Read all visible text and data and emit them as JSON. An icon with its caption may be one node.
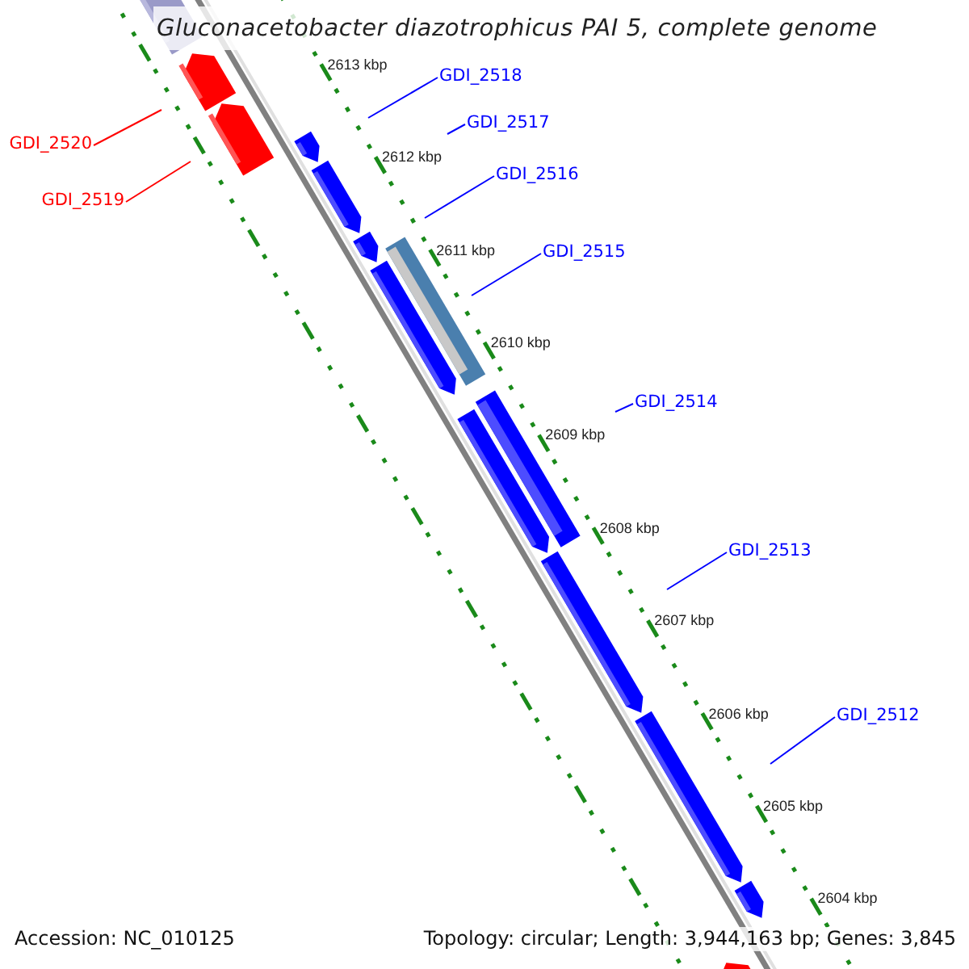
{
  "diagram": {
    "title": "Gluconacetobacter diazotrophicus PAI 5, complete genome",
    "nodes": [
      {
        "text": [
          "GDI_2520"
        ]
      },
      {
        "text": [
          "GDI_2519"
        ]
      },
      {
        "text": [
          "GDI_2518"
        ]
      },
      {
        "text": [
          "GDI_2517"
        ]
      },
      {
        "text": [
          "GDI_2516"
        ]
      },
      {
        "text": [
          "GDI_2515"
        ]
      },
      {
        "text": [
          "GDI_2514"
        ]
      },
      {
        "text": [
          "GDI_2513"
        ]
      },
      {
        "text": [
          "GDI_2512"
        ]
      }
    ],
    "edges": [
      {
        "from": 0,
        "to": null,
        "arrow": "none",
        "color": "#ff0000"
      },
      {
        "from": 1,
        "to": null,
        "arrow": "none",
        "color": "#ff0000"
      },
      {
        "from": 2,
        "to": null,
        "arrow": "none"
      },
      {
        "from": 3,
        "to": null,
        "arrow": "none"
      },
      {
        "from": 4,
        "to": null,
        "arrow": "none"
      },
      {
        "from": 5,
        "to": null,
        "arrow": "none"
      },
      {
        "from": 6,
        "to": null,
        "arrow": "none"
      },
      {
        "from": 7,
        "to": null,
        "arrow": "none"
      },
      {
        "from": 8,
        "to": null,
        "arrow": "none"
      }
    ],
    "labels": [
      "2613 kbp",
      "2612 kbp",
      "2611 kbp",
      "2610 kbp",
      "2609 kbp",
      "2608 kbp",
      "2607 kbp",
      "2606 kbp",
      "2605 kbp",
      "2604 kbp",
      "Accession: NC_010125",
      "Topology: circular; Length: 3,944,163 bp; Genes: 3,845"
    ]
  }
}
